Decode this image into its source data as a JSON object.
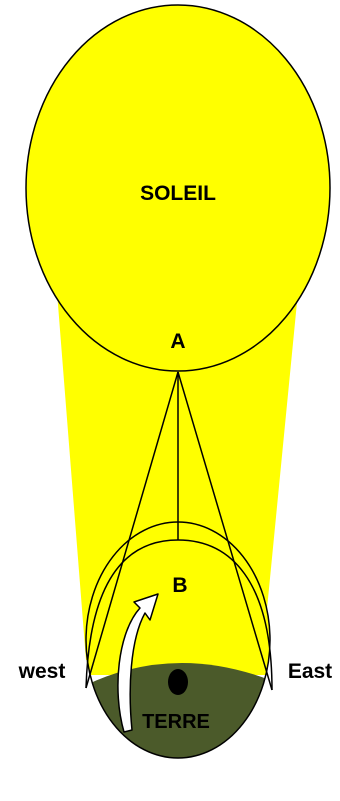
{
  "labels": {
    "sun": "SOLEIL",
    "earth": "TERRE",
    "point_a": "A",
    "point_b": "B",
    "west": "west",
    "east": "East"
  },
  "colors": {
    "sun_fill": "#ffff00",
    "earth_lit": "#ffff00",
    "earth_dark": "#4b5a2a",
    "outline": "#000000",
    "arrow_fill": "#ffffff"
  },
  "icons": {
    "rotation_arrow": "curved-arrow-icon",
    "observer_dot": "dot-icon"
  }
}
